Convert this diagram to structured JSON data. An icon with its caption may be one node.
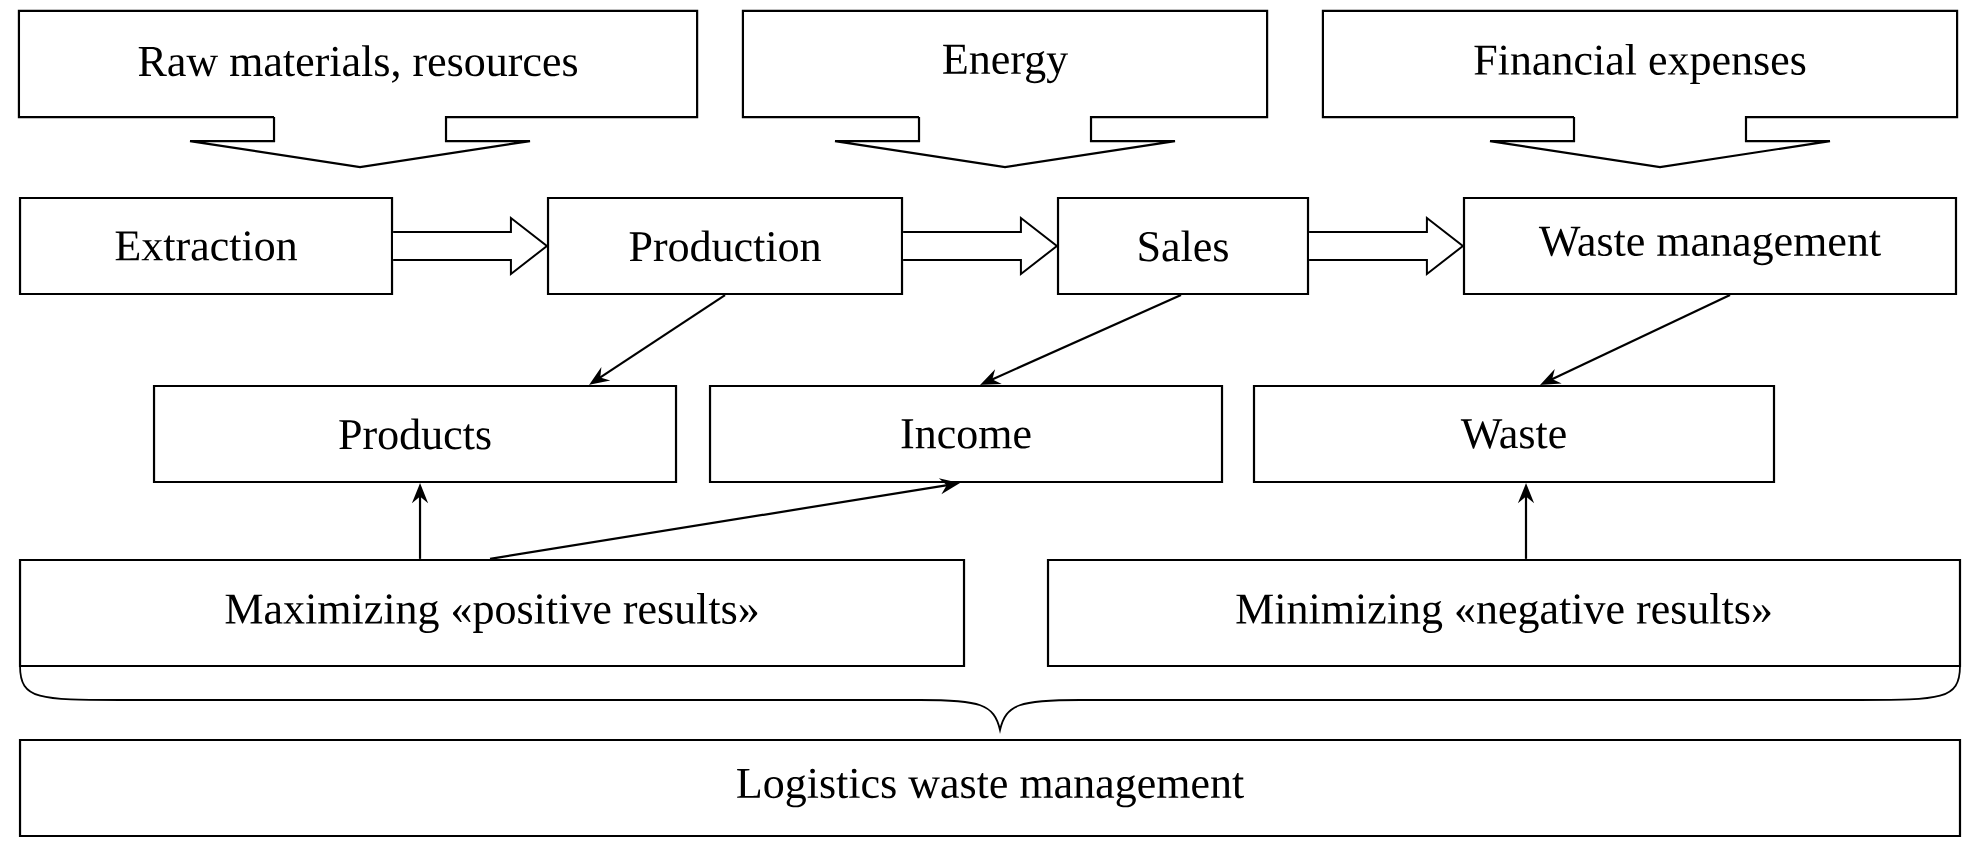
{
  "diagram": {
    "nodes": [
      {
        "text": [
          "Raw materials, resources"
        ]
      },
      {
        "text": [
          "Energy"
        ]
      },
      {
        "text": [
          "Financial expenses"
        ]
      },
      {
        "text": [
          "Extraction"
        ]
      },
      {
        "text": [
          "Production"
        ]
      },
      {
        "text": [
          "Sales"
        ]
      },
      {
        "text": [
          "Waste management"
        ]
      },
      {
        "text": [
          "Products"
        ]
      },
      {
        "text": [
          "Income"
        ]
      },
      {
        "text": [
          "Waste"
        ]
      },
      {
        "text": [
          "Maximizing «positive results»"
        ]
      },
      {
        "text": [
          "Minimizing «negative results»"
        ]
      },
      {
        "text": [
          "Logistics waste management"
        ]
      }
    ],
    "edges": [
      {
        "from": 3,
        "to": 4,
        "arrow": "to",
        "style": "thick"
      },
      {
        "from": 4,
        "to": 5,
        "arrow": "to",
        "style": "thick"
      },
      {
        "from": 5,
        "to": 6,
        "arrow": "to",
        "style": "thick"
      },
      {
        "from": 4,
        "to": 7,
        "arrow": "to"
      },
      {
        "from": 5,
        "to": 8,
        "arrow": "to"
      },
      {
        "from": 6,
        "to": 9,
        "arrow": "to"
      },
      {
        "from": 10,
        "to": 7,
        "arrow": "to"
      },
      {
        "from": 10,
        "to": 8,
        "arrow": "to"
      },
      {
        "from": 11,
        "to": 9,
        "arrow": "to"
      }
    ]
  }
}
